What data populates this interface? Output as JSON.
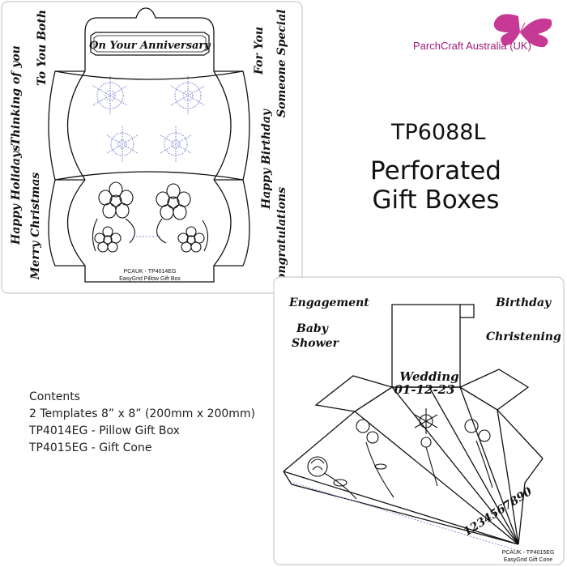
{
  "brand": {
    "name": "ParchCraft Australia (UK)",
    "logo_icon": "butterfly-icon",
    "color": "#c0248a"
  },
  "product": {
    "code": "TP6088L",
    "title_line1": "Perforated",
    "title_line2": "Gift Boxes"
  },
  "contents": {
    "heading": "Contents",
    "lines": [
      "2 Templates 8” x 8” (200mm x 200mm)",
      "TP4014EG - Pillow Gift Box",
      "TP4015EG - Gift Cone"
    ]
  },
  "template1": {
    "banner": "On Your Anniversary",
    "code_line": "PCAUK - TP4014EG",
    "name_line": "EasyGrid  Pillow Gift Box",
    "words_left": [
      "Happy Holidays",
      "Thinking of you",
      "To You Both",
      "Merry Christmas"
    ],
    "words_right": [
      "For You",
      "Someone Special",
      "Happy Birthday",
      "Congratulations"
    ]
  },
  "template2": {
    "code_line": "PCAUK - TP4015EG",
    "name_line": "EasyGrid Gift Cone",
    "words": [
      "Engagement",
      "Birthday",
      "Baby",
      "Shower",
      "Christening",
      "Wedding",
      "01-12-23"
    ],
    "numbers": "1234567890"
  }
}
